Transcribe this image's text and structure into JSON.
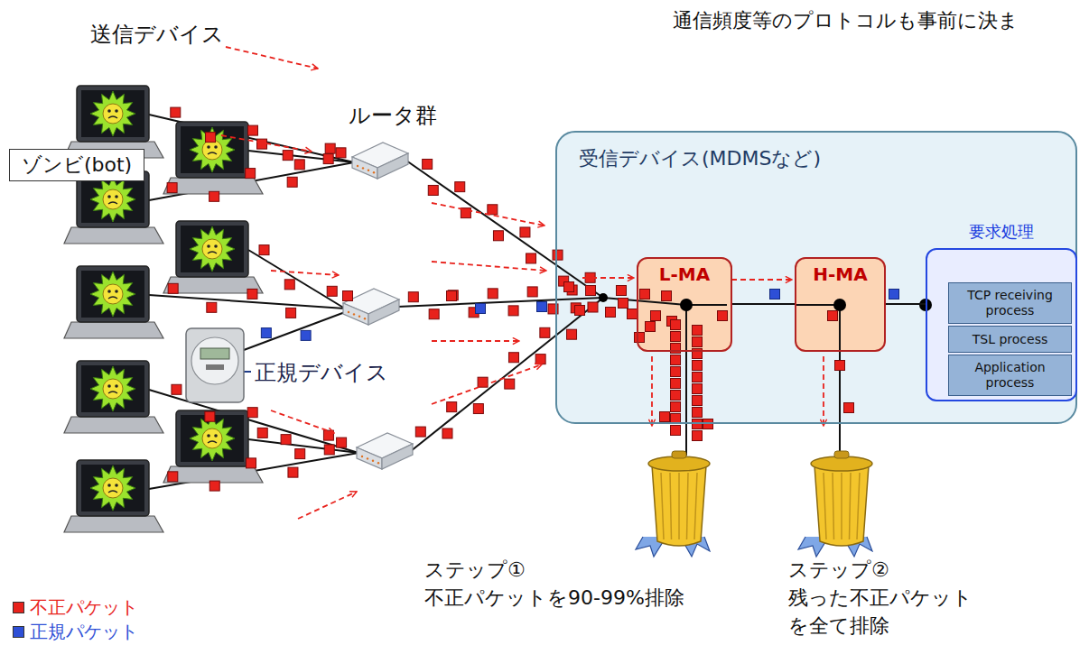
{
  "diagram": {
    "nodes": [
      {
        "text": [
          "ゾンビ(bot)"
        ]
      },
      {
        "text": [
          "受信デバイス(MDMSなど)"
        ]
      },
      {
        "text": [
          "L-MA"
        ],
        "in": 1
      },
      {
        "text": [
          "H-MA"
        ],
        "in": 1
      },
      {
        "text": [
          "要求処理"
        ],
        "in": 1
      },
      {
        "text": [
          "TCP receiving process"
        ],
        "in": 4
      },
      {
        "text": [
          "TSL process"
        ],
        "in": 4
      },
      {
        "text": [
          "Application process"
        ],
        "in": 4
      }
    ],
    "edges": [
      {
        "from": 2,
        "to": 3,
        "arrow": "none"
      },
      {
        "from": 3,
        "to": 4,
        "arrow": "none"
      }
    ],
    "labels": [
      "送信デバイス",
      "通信頻度等のプロトコルも事前に決ま",
      "ルータ群",
      "正規デバイス",
      "ステップ① 不正パケットを90-99%排除",
      "ステップ② 残った不正パケット を全て排除"
    ],
    "legend": [
      {
        "text": "不正パケット",
        "color": "#e8221c"
      },
      {
        "text": "正規パケット",
        "color": "#2e4fd6"
      }
    ]
  }
}
